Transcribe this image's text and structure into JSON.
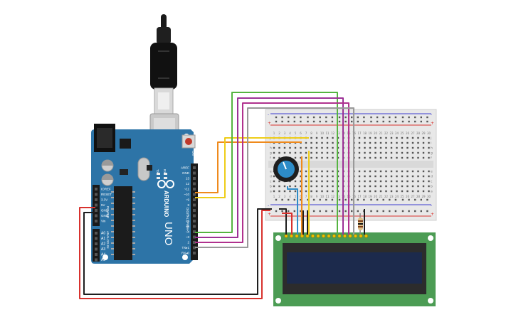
{
  "arduino": {
    "brand": "ARDUINO",
    "model": "UNO",
    "label_tx": "TX",
    "label_rx": "RX",
    "label_on": "ON",
    "label_digital": "DIGITAL (PWM~)",
    "label_power": "POWER",
    "label_analog": "ANALOG IN",
    "digital_pins": [
      "AREF",
      "GND",
      "13",
      "12",
      "~11",
      "~10",
      "~9",
      "8",
      "",
      "7",
      "~6",
      "~5",
      "4",
      "~3",
      "2",
      "TX▸1",
      "RX◂0"
    ],
    "power_pins": [
      "IOREF",
      "RESET",
      "3.3V",
      "5V",
      "GND",
      "GND",
      "Vin"
    ],
    "analog_pins": [
      "A0",
      "A1",
      "A2",
      "A3",
      "A4",
      "A5"
    ]
  },
  "breadboard": {
    "columns": [
      "1",
      "2",
      "3",
      "4",
      "5",
      "6",
      "7",
      "8",
      "9",
      "10",
      "11",
      "12",
      "13",
      "14",
      "15",
      "16",
      "17",
      "18",
      "19",
      "20",
      "21",
      "22",
      "23",
      "24",
      "25",
      "26",
      "27",
      "28",
      "29",
      "30"
    ],
    "rows_top": [
      "j",
      "i",
      "h",
      "g",
      "f"
    ],
    "rows_bottom": [
      "e",
      "d",
      "c",
      "b",
      "a"
    ],
    "rail_plus": "+",
    "rail_minus": "-"
  },
  "colors": {
    "arduino_board": "#2d74a7",
    "breadboard": "#e8e8e8",
    "lcd_pcb": "#4c9c54",
    "lcd_screen": "#1c2a4c",
    "wire_red": "#d8322e",
    "wire_black": "#1e1e1e",
    "wire_orange": "#ef8a1c",
    "wire_yellow": "#eecd18",
    "wire_green": "#55b440",
    "wire_purple": "#9c3196",
    "wire_magenta": "#b0328e",
    "wire_gray": "#999999",
    "wire_blue": "#2d8cc8"
  },
  "icons": [
    "usb-cable-icon",
    "potentiometer-icon",
    "resistor-icon"
  ]
}
